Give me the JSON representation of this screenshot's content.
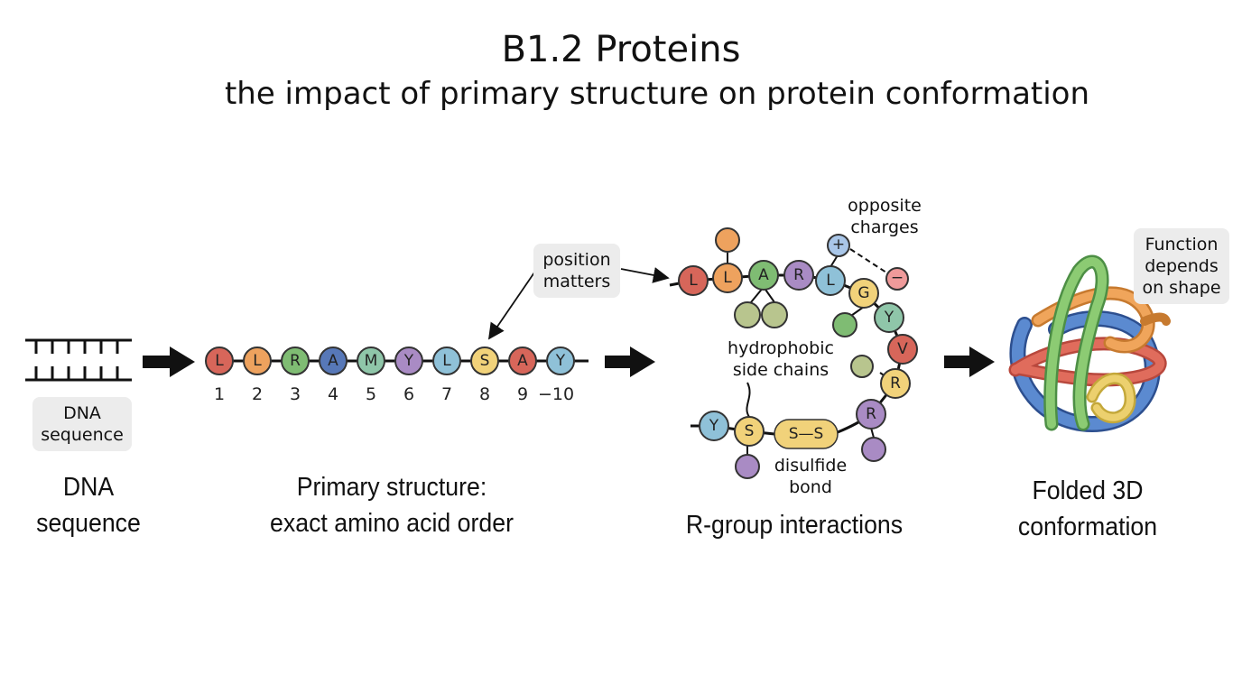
{
  "title": "B1.2 Proteins",
  "subtitle": "the impact of primary structure on protein conformation",
  "stages": {
    "dna": {
      "tag": "DNA sequence",
      "caption_line1": "DNA",
      "caption_line2": "sequence"
    },
    "primary": {
      "caption_line1": "Primary structure:",
      "caption_line2": "exact amino acid order",
      "residues": [
        "L",
        "L",
        "R",
        "A",
        "M",
        "Y",
        "L",
        "S",
        "A",
        "Y"
      ],
      "positions": [
        "1",
        "2",
        "3",
        "4",
        "5",
        "6",
        "7",
        "8",
        "9",
        "−10"
      ]
    },
    "rgroup": {
      "caption": "R-group interactions",
      "top_chain": [
        "L",
        "L",
        "A",
        "R",
        "L",
        "G",
        "Y",
        "V",
        "R"
      ],
      "bottom_chain": [
        "Y",
        "S",
        "S—S",
        "R"
      ]
    },
    "folded": {
      "caption_line1": "Folded 3D",
      "caption_line2": "conformation"
    }
  },
  "labels": {
    "position_matters": "position matters",
    "opposite_charges": "opposite charges",
    "plus": "+",
    "minus": "−",
    "hydrophobic": "hydrophobic side chains",
    "disulfide": "disulfide bond",
    "function": "Function depends on shape"
  },
  "colors": {
    "L": "#d7665a",
    "R": "#7fbc73",
    "A": "#5778b8",
    "M": "#8fc6a9",
    "Y": "#8fc1d8",
    "S": "#f1d27a",
    "orange": "#eea25e",
    "purple": "#a98bc4",
    "olive": "#b8c58e",
    "red": "#d7665a",
    "lightblue": "#a9c6e8",
    "pink": "#ef9a9a",
    "tag_bg": "#ececec"
  }
}
